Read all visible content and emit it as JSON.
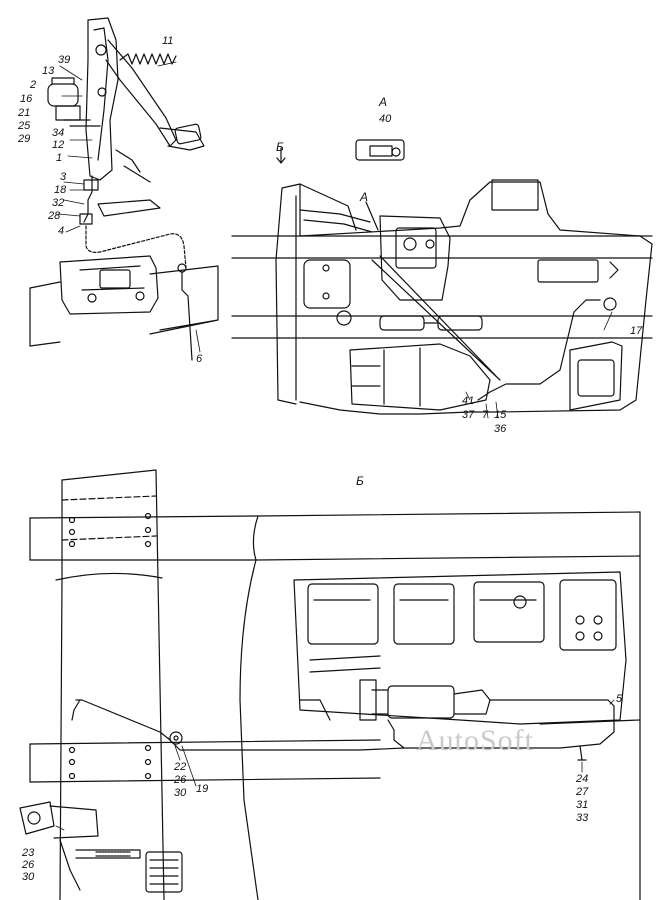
{
  "labels": {
    "l11": "11",
    "l39": "39",
    "l13": "13",
    "l2": "2",
    "l16": "16",
    "l21": "21",
    "l25": "25",
    "l29": "29",
    "l34": "34",
    "l12": "12",
    "l1": "1",
    "l3": "3",
    "l18": "18",
    "l32": "32",
    "l28": "28",
    "l4": "4",
    "l6": "6",
    "l40": "40",
    "l17": "17",
    "l41": "41",
    "l37": "37",
    "l7": "7",
    "l15": "15",
    "l36": "36",
    "l5": "5",
    "l22": "22",
    "l26a": "26",
    "l30a": "30",
    "l19": "19",
    "l23": "23",
    "l26b": "26",
    "l30b": "30",
    "l24": "24",
    "l27": "27",
    "l31": "31",
    "l33": "33"
  },
  "views": {
    "view_a_top": "А",
    "view_b_arrow": "Б",
    "view_a_small": "А",
    "view_b_title": "Б"
  },
  "watermark": "AutoSoft"
}
